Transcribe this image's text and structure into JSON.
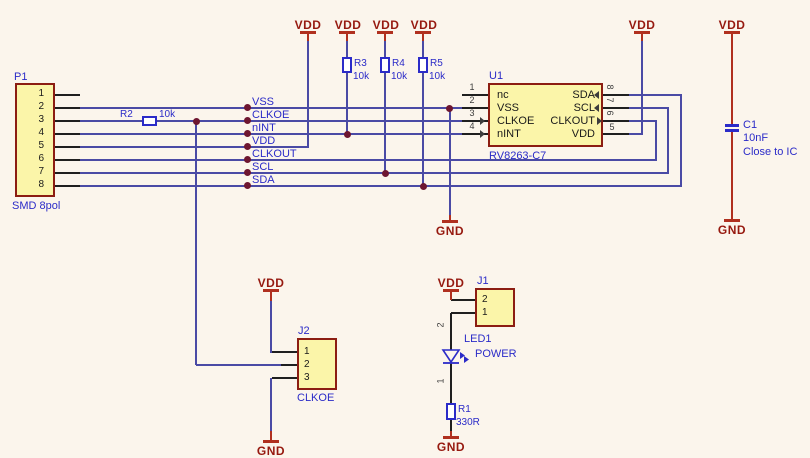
{
  "power": {
    "vdd": "VDD",
    "gnd": "GND"
  },
  "p1": {
    "ref": "P1",
    "footprint": "SMD 8pol",
    "pins": [
      "1",
      "2",
      "3",
      "4",
      "5",
      "6",
      "7",
      "8"
    ]
  },
  "r2": {
    "ref": "R2",
    "value": "10k"
  },
  "nets": [
    "VSS",
    "CLKOE",
    "nINT",
    "VDD",
    "CLKOUT",
    "SCL",
    "SDA"
  ],
  "r3": {
    "ref": "R3",
    "value": "10k"
  },
  "r4": {
    "ref": "R4",
    "value": "10k"
  },
  "r5": {
    "ref": "R5",
    "value": "10k"
  },
  "u1": {
    "ref": "U1",
    "part": "RV8263-C7",
    "left": [
      {
        "n": "1",
        "name": "nc"
      },
      {
        "n": "2",
        "name": "VSS"
      },
      {
        "n": "3",
        "name": "CLKOE"
      },
      {
        "n": "4",
        "name": "nINT"
      }
    ],
    "right": [
      {
        "n": "8",
        "name": "SDA"
      },
      {
        "n": "7",
        "name": "SCL"
      },
      {
        "n": "6",
        "name": "CLKOUT"
      },
      {
        "n": "5",
        "name": "VDD"
      }
    ]
  },
  "c1": {
    "ref": "C1",
    "value": "10nF",
    "note": "Close to IC"
  },
  "j2": {
    "ref": "J2",
    "label": "CLKOE",
    "pins": [
      "1",
      "2",
      "3"
    ]
  },
  "j1": {
    "ref": "J1",
    "pins": [
      "2",
      "1"
    ]
  },
  "led1": {
    "ref": "LED1",
    "value": "POWER",
    "pins": [
      "2",
      "1"
    ]
  },
  "r1": {
    "ref": "R1",
    "value": "330R"
  },
  "colors": {
    "net": "#4A4AA5",
    "label": "#2B2BC8",
    "symbol": "#B0301F",
    "fill": "#FBF5A9",
    "junction": "#6E1630"
  }
}
